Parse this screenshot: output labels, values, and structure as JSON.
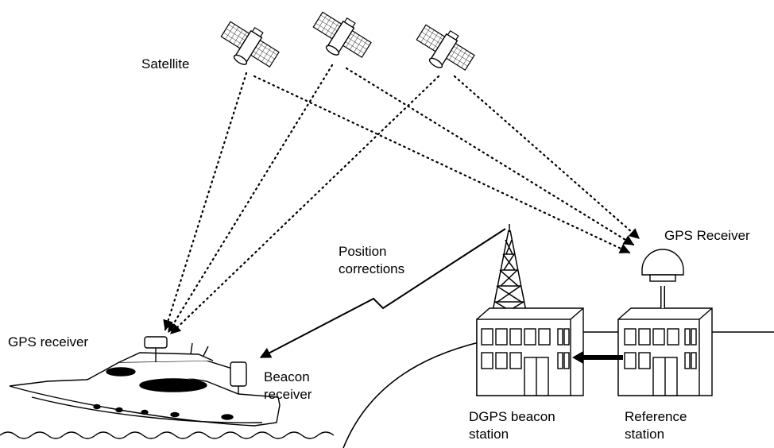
{
  "labels": {
    "satellite": "Satellite",
    "gps_receiver_boat": "GPS receiver",
    "beacon_receiver_1": "Beacon",
    "beacon_receiver_2": "receiver",
    "position_corrections_1": "Position",
    "position_corrections_2": "corrections",
    "gps_receiver_station": "GPS Receiver",
    "dgps_beacon_1": "DGPS beacon",
    "dgps_beacon_2": "station",
    "reference_1": "Reference",
    "reference_2": "station"
  },
  "colors": {
    "ink": "#000000",
    "paper": "#ffffff"
  },
  "icons": [
    "satellite-icon",
    "radio-tower-icon",
    "building-icon",
    "gps-dome-icon",
    "yacht-icon",
    "lightning-link-icon",
    "arrow-icon"
  ]
}
